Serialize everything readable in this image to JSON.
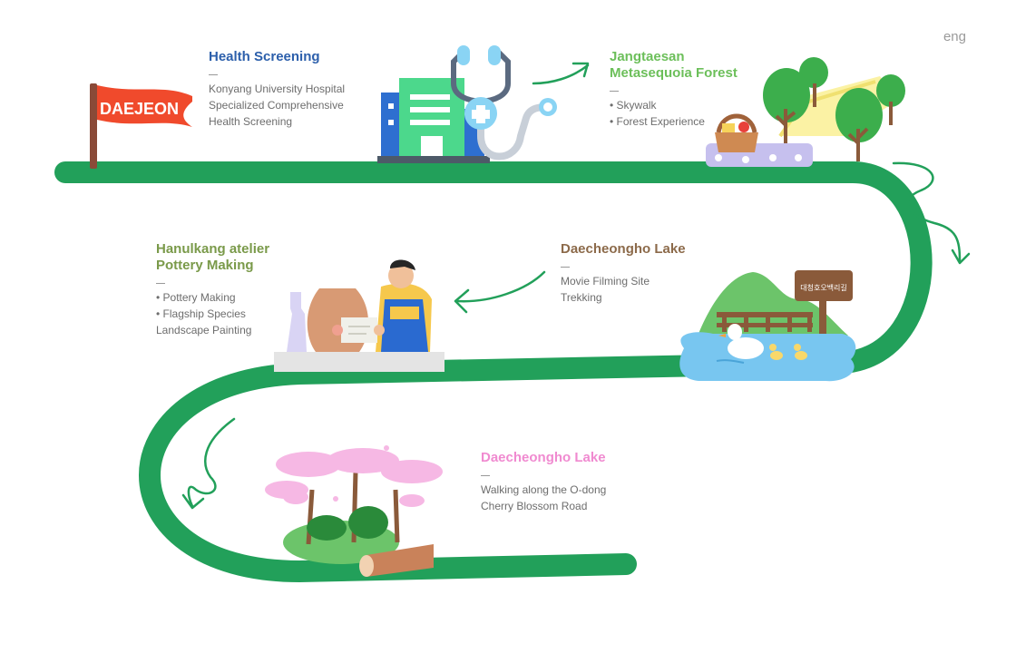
{
  "header": {
    "lang_label": "eng"
  },
  "flag": {
    "text": "DAEJEON"
  },
  "stops": [
    {
      "title": "Health Screening",
      "desc": "Konyang University Hospital\nSpecialized Comprehensive\nHealth Screening",
      "color": "#2c5fab"
    },
    {
      "title": "Jangtaesan\nMetasequoia Forest",
      "desc": "• Skywalk\n• Forest Experience",
      "color": "#6cbf5a"
    },
    {
      "title": "Daecheongho Lake",
      "desc": "Movie Filming Site\nTrekking",
      "color": "#8c6a4a"
    },
    {
      "title": "Hanulkang atelier\nPottery Making",
      "desc": "• Pottery Making\n• Flagship Species\n  Landscape Painting",
      "color": "#7a9a4a"
    },
    {
      "title": "Daecheongho Lake",
      "desc": "Walking along the O-dong\nCherry Blossom Road",
      "color": "#f08ad0"
    }
  ],
  "lake_sign": {
    "text": "대청호오백리길"
  },
  "colors": {
    "path": "#22a05a",
    "arrow": "#22a05a"
  }
}
